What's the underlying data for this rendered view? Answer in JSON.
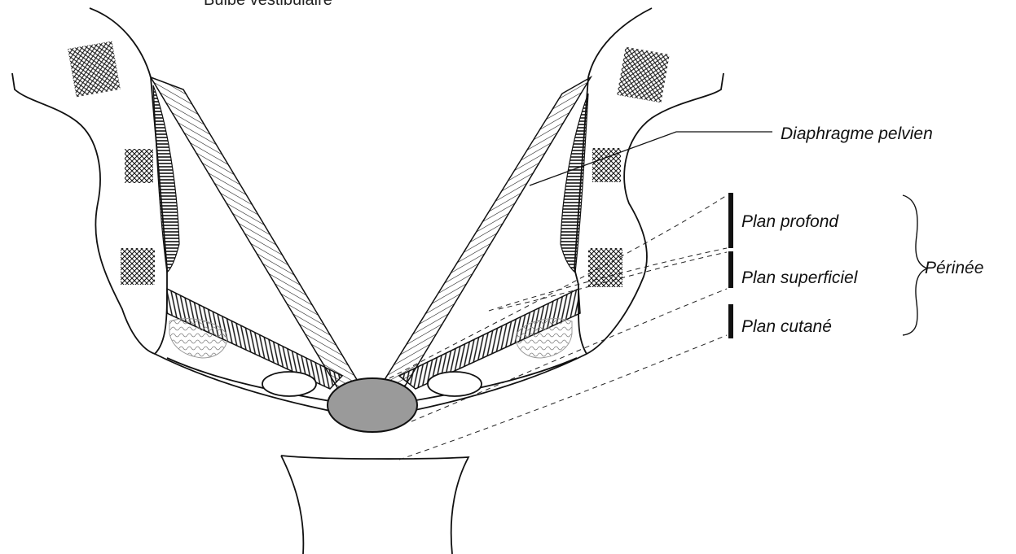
{
  "figure": {
    "top_label": "Bulbe vestibulaire",
    "labels": {
      "diaphragm": "Diaphragme pelvien",
      "deep_plane": "Plan profond",
      "superficial_plane": "Plan superficiel",
      "skin_plane": "Plan cutané",
      "perineum": "Périnée"
    },
    "colors": {
      "line": "#111111",
      "perineal_body": "#9a9a9a",
      "background": "#ffffff"
    }
  }
}
